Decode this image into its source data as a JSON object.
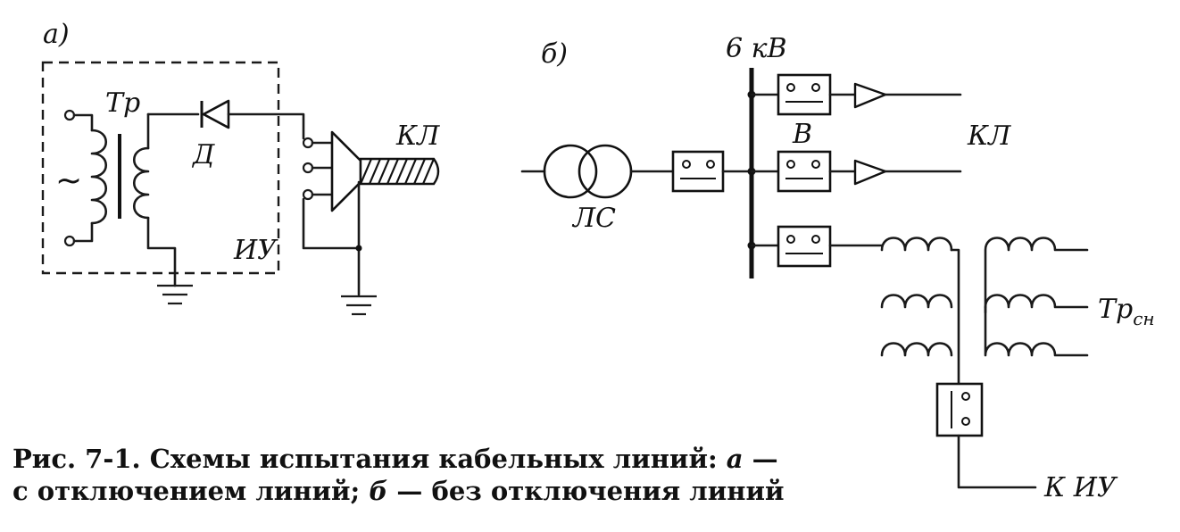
{
  "figure": {
    "panel_a_label": "а)",
    "panel_b_label": "б)",
    "caption": {
      "line1_prefix": "Рис. 7-1. Схемы испытания кабельных линий: ",
      "line1_italic": "а",
      "line1_suffix": " —",
      "line2_prefix": "с отключением линий; ",
      "line2_italic": "б",
      "line2_suffix": " — без отключения линий"
    }
  },
  "panel_a": {
    "transformer_label": "Тр",
    "diode_label": "Д",
    "source_symbol": "~",
    "cable_label": "КЛ",
    "unit_label": "ИУ"
  },
  "panel_b": {
    "voltage_label": "6 кВ",
    "line_transformer_label": "ЛС",
    "breaker_label": "В",
    "cable_label": "КЛ",
    "aux_transformer_label": "Тр",
    "aux_transformer_subscript": "сн",
    "output_label": "К ИУ"
  }
}
